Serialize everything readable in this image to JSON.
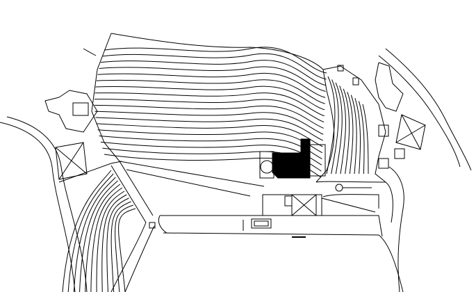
{
  "drawing": {
    "type": "site-plan",
    "colors": {
      "line": "#000000",
      "building_fill": "#000000",
      "background": "#ffffff"
    },
    "upper_contour_count": 18,
    "lower_contour_count": 12,
    "right_contour_count": 10
  }
}
